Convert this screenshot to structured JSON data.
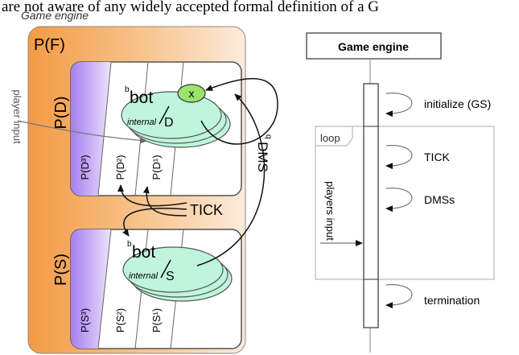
{
  "top_text": "are not aware of any widely accepted formal definition of a G",
  "left": {
    "caption": "Game engine",
    "outer_label": "P(F)",
    "d_block_label": "P(D)",
    "s_block_label": "P(S)",
    "d_columns": [
      "P(D³)",
      "P(D²)",
      "P(D¹)"
    ],
    "s_columns": [
      "P(S³)",
      "P(S²)",
      "P(S¹)"
    ],
    "player_input": "player input",
    "tick": "TICK",
    "dms": "DMS",
    "dms_sup": "q",
    "bot_d": {
      "sup": "b",
      "main": "bot",
      "sub": "internal",
      "letter": "D",
      "x": "x"
    },
    "bot_s": {
      "sup": "b",
      "main": "bot",
      "sub": "internal",
      "letter": "S"
    }
  },
  "right": {
    "title": "Game engine",
    "initialize": "initialize (GS)",
    "loop": "loop",
    "tick": "TICK",
    "dmss": "DMSs",
    "players_input": "players input",
    "termination": "termination"
  },
  "colors": {
    "orange": "#f4a04e",
    "peach": "#fbe6d2",
    "purple": "#b08cf0",
    "bot": "#bff5dc",
    "x_green": "#9be36a"
  }
}
